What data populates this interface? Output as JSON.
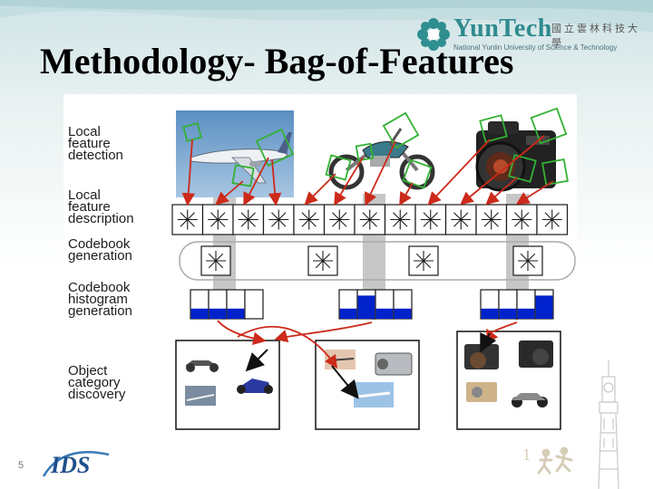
{
  "slide": {
    "title": "Methodology- Bag-of-Features",
    "page_number": "5"
  },
  "logo": {
    "name": "YunTech",
    "cjk": "國立雲林科技大學",
    "subtitle": "National Yunlin University of Science & Technology"
  },
  "footer_logo": {
    "text": "IDS"
  },
  "diagram": {
    "stages": [
      "Local\nfeature\ndetection",
      "Local\nfeature\ndescription",
      "Codebook\ngeneration",
      "Codebook\nhistogram\ngeneration",
      "Object\ncategory\ndiscovery"
    ],
    "descriptor_count": 13,
    "codeword_count": 4,
    "histograms": [
      [
        0.35,
        0.35,
        0.35,
        0.0
      ],
      [
        0.35,
        0.8,
        0.35,
        0.35
      ],
      [
        0.35,
        0.35,
        0.35,
        0.8
      ]
    ],
    "colors": {
      "box_stroke": "#1b1b1b",
      "feature_box": "#33b233",
      "arrow": "#cc2a1a",
      "histogram_fill": "#0022cc",
      "gray_arrow": "#c7c7c7"
    }
  }
}
